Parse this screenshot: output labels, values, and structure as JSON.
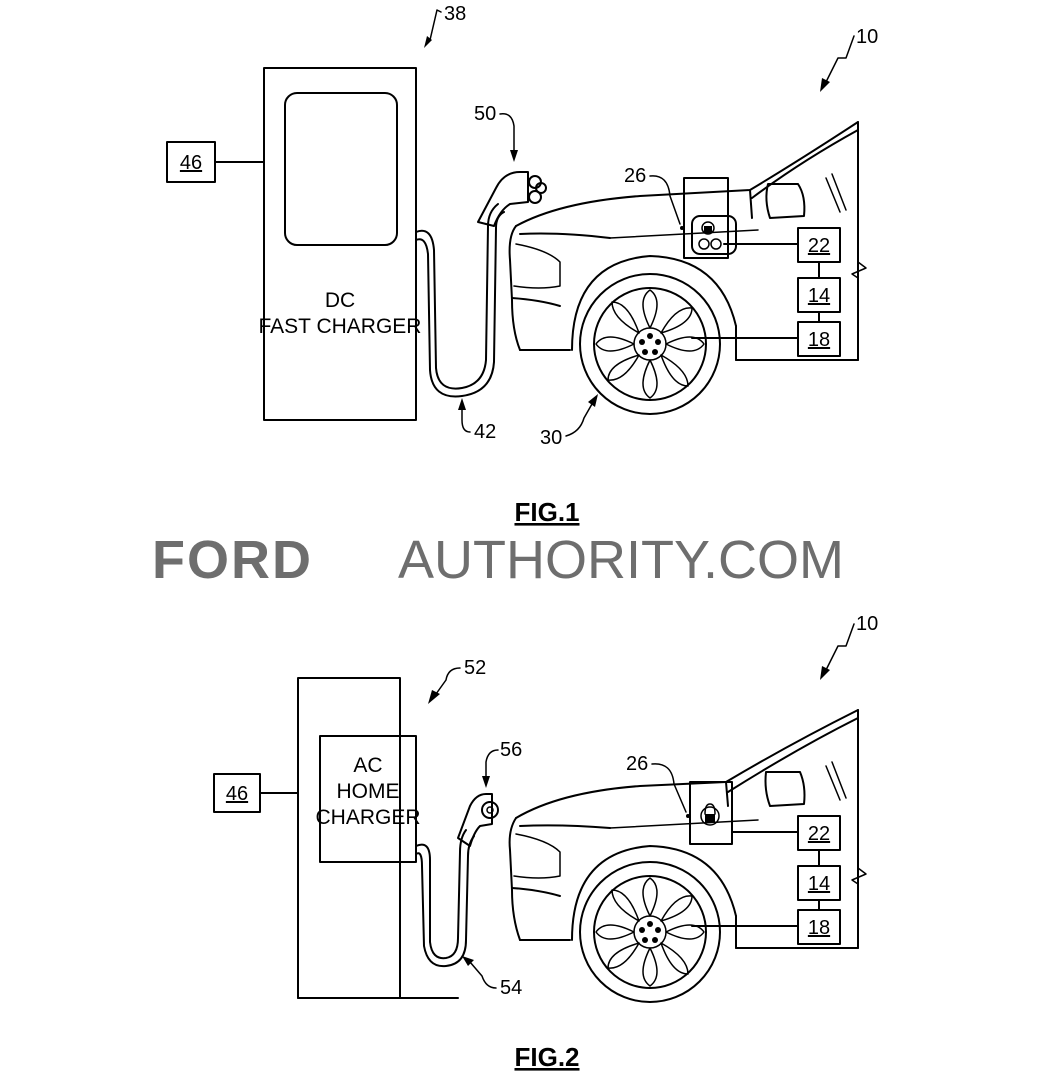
{
  "figure1": {
    "caption": "FIG.1",
    "charger_text": [
      "DC",
      "FAST CHARGER"
    ],
    "refs": {
      "charger": "38",
      "vehicle": "10",
      "connector": "50",
      "cable": "42",
      "port": "26",
      "wheel": "30",
      "remote": "46",
      "box_a": "22",
      "box_b": "14",
      "box_c": "18"
    }
  },
  "figure2": {
    "caption": "FIG.2",
    "charger_text": [
      "AC",
      "HOME",
      "CHARGER"
    ],
    "refs": {
      "charger": "52",
      "vehicle": "10",
      "connector": "56",
      "cable": "54",
      "port": "26",
      "remote": "46",
      "box_a": "22",
      "box_b": "14",
      "box_c": "18"
    }
  },
  "watermark": {
    "brand": "FORD",
    "rest": "AUTHORITY.COM",
    "color": "#6e6e6e"
  }
}
